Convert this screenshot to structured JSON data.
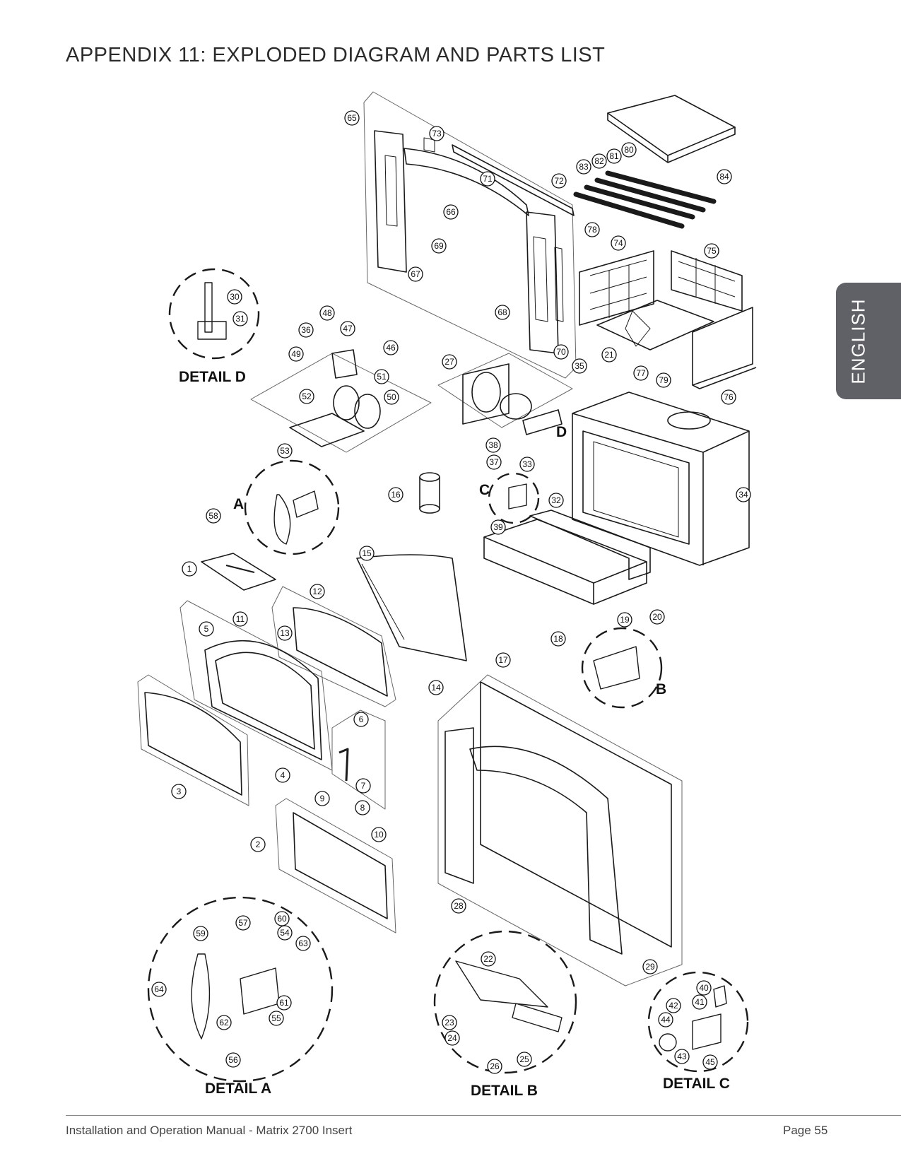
{
  "title": "APPENDIX 11:  EXPLODED DIAGRAM AND PARTS LIST",
  "language_tab": "ENGLISH",
  "footer": {
    "left": "Installation and Operation Manual - Matrix 2700 Insert",
    "right": "Page 55"
  },
  "detail_labels": {
    "a": "DETAIL A",
    "b": "DETAIL B",
    "c": "DETAIL C",
    "d": "DETAIL D"
  },
  "detail_letters": [
    "A",
    "B",
    "C",
    "D"
  ],
  "callouts": [
    "1",
    "2",
    "3",
    "4",
    "5",
    "6",
    "7",
    "8",
    "9",
    "10",
    "11",
    "12",
    "13",
    "14",
    "15",
    "16",
    "17",
    "18",
    "19",
    "20",
    "21",
    "22",
    "23",
    "24",
    "25",
    "26",
    "27",
    "28",
    "29",
    "30",
    "31",
    "32",
    "33",
    "34",
    "35",
    "36",
    "37",
    "38",
    "39",
    "40",
    "41",
    "42",
    "43",
    "44",
    "45",
    "46",
    "47",
    "48",
    "49",
    "50",
    "51",
    "52",
    "53",
    "54",
    "55",
    "56",
    "57",
    "58",
    "59",
    "60",
    "61",
    "62",
    "63",
    "64",
    "65",
    "66",
    "67",
    "68",
    "69",
    "70",
    "71",
    "72",
    "73",
    "74",
    "75",
    "76",
    "77",
    "78",
    "79",
    "80",
    "81",
    "82",
    "83",
    "84"
  ]
}
